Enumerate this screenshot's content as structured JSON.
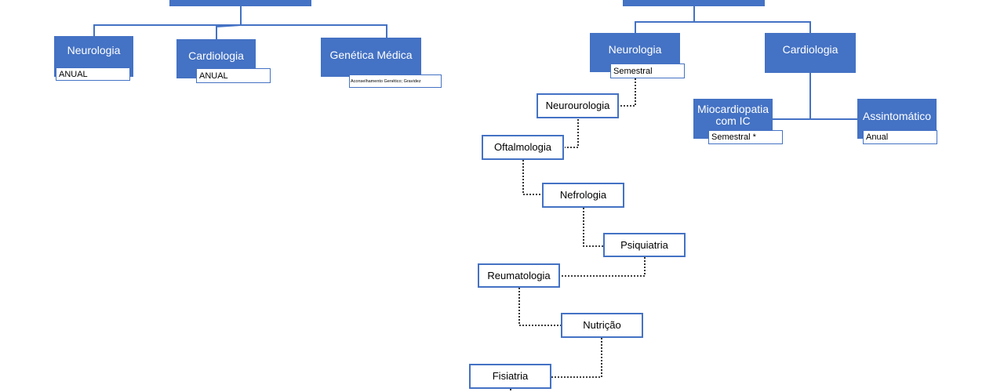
{
  "colors": {
    "node_fill": "#4472c4",
    "node_text": "#ffffff",
    "outline": "#4472c4"
  },
  "left_tree": {
    "neurologia": {
      "label": "Neurologia",
      "frequency": "ANUAL"
    },
    "cardiologia": {
      "label": "Cardiologia",
      "frequency": "ANUAL"
    },
    "genetica": {
      "label": "Genética Médica",
      "note": "Aconselhamento Genético;  Gravidez"
    }
  },
  "right_tree": {
    "neurologia": {
      "label": "Neurologia",
      "frequency": "Semestral"
    },
    "cardiologia": {
      "label": "Cardiologia"
    },
    "miocardiopatia": {
      "label": "Miocardiopatia com IC",
      "frequency": "Semestral *"
    },
    "assintomatico": {
      "label": "Assintomático",
      "frequency": "Anual"
    },
    "chain": [
      "Neurourologia",
      "Oftalmologia",
      "Nefrologia",
      "Psiquiatria",
      "Reumatologia",
      "Nutrição",
      "Fisiatria"
    ]
  }
}
